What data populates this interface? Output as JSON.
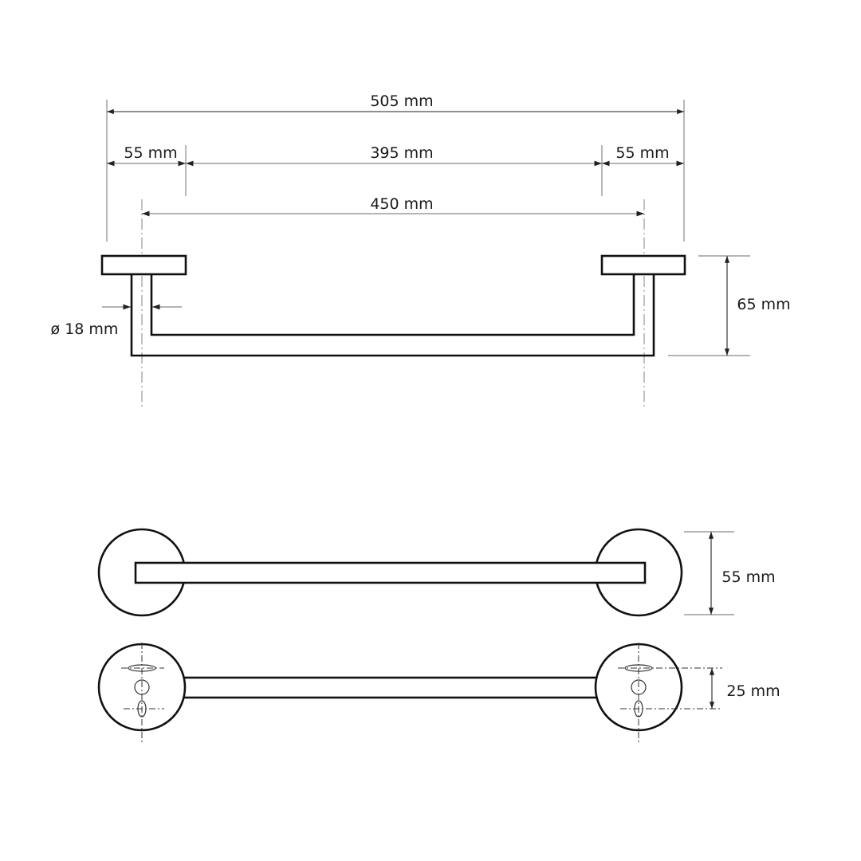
{
  "dimensions": {
    "overall_width": "505 mm",
    "left_plate": "55 mm",
    "inner_span": "395 mm",
    "right_plate": "55 mm",
    "center_distance": "450 mm",
    "depth": "65 mm",
    "tube_diameter": "ø 18 mm",
    "plate_diameter": "55 mm",
    "hole_spacing": "25 mm"
  }
}
